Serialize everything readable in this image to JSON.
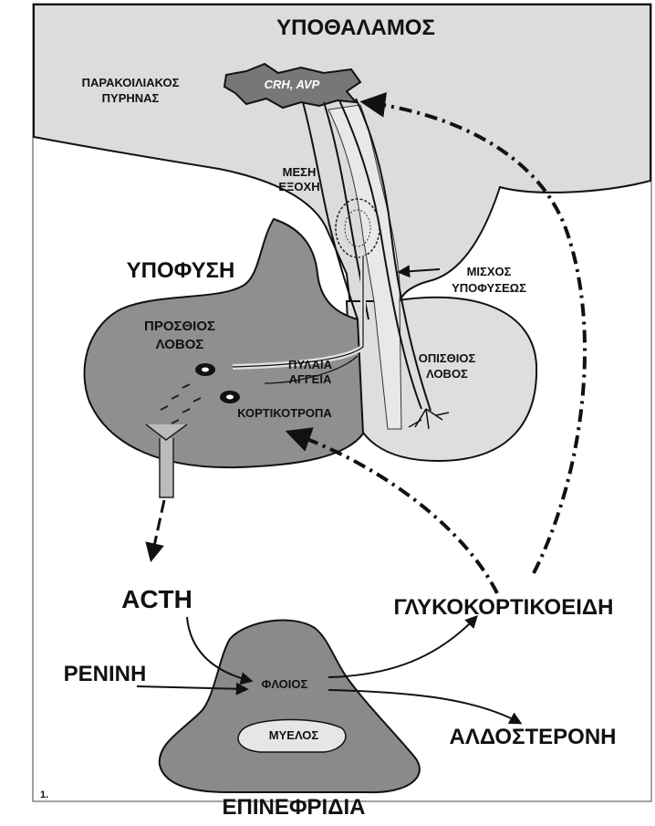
{
  "diagram": {
    "title": "ΥΠΟΘΑΛΑΜΟΣ",
    "labels": {
      "paraventricular_1": "ΠΑΡΑΚΟΙΛΙΑΚΟΣ",
      "paraventricular_2": "ΠΥΡΗΝΑΣ",
      "crh_avp": "CRH, AVP",
      "median_1": "ΜΕΣΗ",
      "median_2": "ΕΞΟΧΗ",
      "pituitary": "ΥΠΟΦΥΣΗ",
      "stalk_1": "ΜΙΣΧΟΣ",
      "stalk_2": "ΥΠΟΦΥΣΕΩΣ",
      "anterior_1": "ΠΡΟΣΘΙΟΣ",
      "anterior_2": "ΛΟΒΟΣ",
      "portal_1": "ΠΥΛΑΙΑ",
      "portal_2": "ΑΓΓΕΙΑ",
      "posterior_1": "ΟΠΙΣΘΙΟΣ",
      "posterior_2": "ΛΟΒΟΣ",
      "corticotrophs": "ΚΟΡΤΙΚΟΤΡΟΠΑ",
      "acth": "ACTH",
      "glucocorticoids": "ΓΛΥΚΟΚΟΡΤΙΚΟΕΙΔΗ",
      "renin": "ΡΕΝΙΝΗ",
      "cortex": "ΦΛΟΙΟΣ",
      "medulla": "ΜΥΕΛΟΣ",
      "aldosterone": "ΑΛΔΟΣΤΕΡΟΝΗ",
      "adrenal": "ΕΠΙΝΕΦΡΙΔΙΑ",
      "page_number": "1."
    },
    "colors": {
      "hypothalamus_fill": "#dcdcdc",
      "anterior_fill": "#8f8f8f",
      "posterior_fill": "#dedede",
      "adrenal_fill": "#8a8a8a",
      "medulla_fill": "#e6e6e6",
      "line": "#111111"
    }
  }
}
